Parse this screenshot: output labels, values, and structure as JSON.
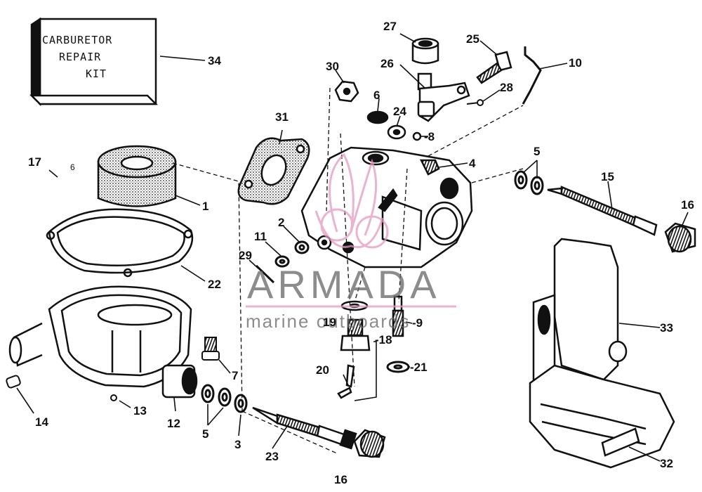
{
  "kit": {
    "line1": "CARBURETOR",
    "line2": "REPAIR",
    "line3": "KIT"
  },
  "watermark": {
    "brand": "ARMADA",
    "tagline": "marine outboards"
  },
  "colors": {
    "ink": "#111111",
    "watermark_gray": "#6d6d6d",
    "watermark_pink": "#e39ac0"
  },
  "labels": {
    "l1": "1",
    "l2": "2",
    "l3": "3",
    "l4": "4",
    "l5a": "5",
    "l5b": "5",
    "l6a": "6",
    "l6b": "6",
    "l7": "7",
    "l8": "-8",
    "l9": "-9",
    "l10": "10",
    "l11": "11",
    "l12": "12",
    "l13": "13",
    "l14": "14",
    "l15": "15",
    "l16a": "16",
    "l16b": "16",
    "l17": "17",
    "l18": "-18",
    "l19": "19",
    "l20": "20",
    "l21": "-21",
    "l22": "22",
    "l23": "23",
    "l24": "24",
    "l25": "25",
    "l26": "26",
    "l27": "27",
    "l28": "28",
    "l29": "29",
    "l30": "30",
    "l31": "31",
    "l32": "32",
    "l33": "33",
    "l34": "34"
  }
}
